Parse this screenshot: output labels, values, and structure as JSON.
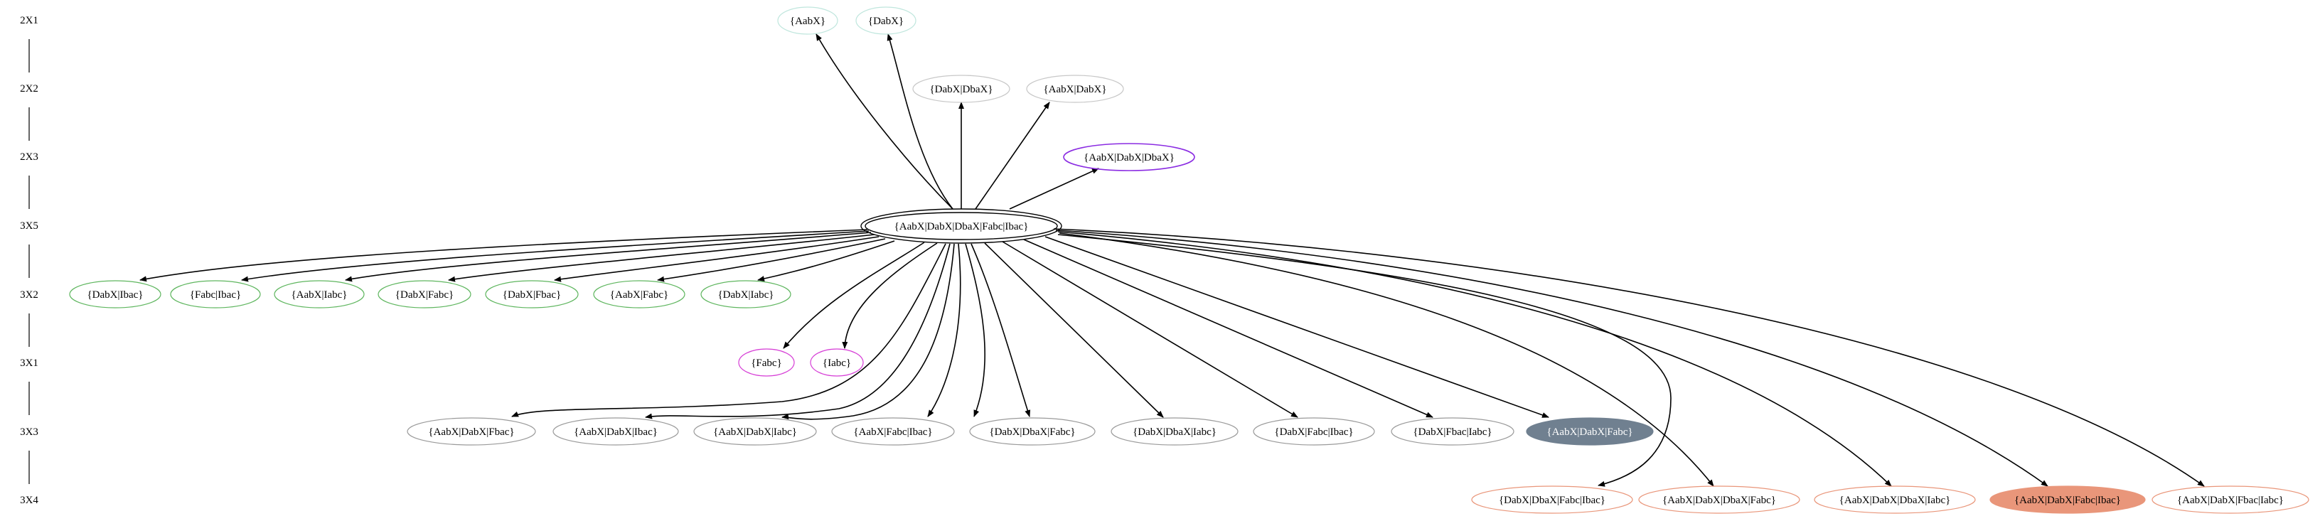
{
  "rank_labels": [
    "2X1",
    "2X2",
    "2X3",
    "3X5",
    "3X2",
    "3X1",
    "3X3",
    "3X4"
  ],
  "colors": {
    "edge": "#000000",
    "rank_line": "#000000",
    "node_text": "#000000",
    "node_text_on_dark": "#ffffff",
    "default_stroke": "#c8c8c8",
    "teal_stroke": "#bfe6dd",
    "purple_stroke": "#8a2be2",
    "green_stroke": "#5fb65f",
    "magenta_stroke": "#d63ed6",
    "gray_stroke": "#9a9a9a",
    "salmon_stroke": "#e9967a",
    "slate_fill": "#708090",
    "salmon_fill": "#e9967a"
  },
  "nodes": {
    "n_aabx": "{AabX}",
    "n_dabx": "{DabX}",
    "n_dabx_dbax": "{DabX|DbaX}",
    "n_aabx_dabx": "{AabX|DabX}",
    "n_aabx_dabx_dbax": "{AabX|DabX|DbaX}",
    "n_root": "{AabX|DabX|DbaX|Fabc|Ibac}",
    "n_dabx_ibac": "{DabX|Ibac}",
    "n_fabc_ibac": "{Fabc|Ibac}",
    "n_aabx_iabc": "{AabX|Iabc}",
    "n_dabx_fabc": "{DabX|Fabc}",
    "n_dabx_fbac": "{DabX|Fbac}",
    "n_aabx_fabc": "{AabX|Fabc}",
    "n_dabx_iabc": "{DabX|Iabc}",
    "n_fabc": "{Fabc}",
    "n_iabc": "{Iabc}",
    "n_aabx_dabx_fbac": "{AabX|DabX|Fbac}",
    "n_aabx_dabx_ibac": "{AabX|DabX|Ibac}",
    "n_aabx_dabx_iabc": "{AabX|DabX|Iabc}",
    "n_aabx_fabc_ibac": "{AabX|Fabc|Ibac}",
    "n_dabx_dbax_fabc": "{DabX|DbaX|Fabc}",
    "n_dabx_dbax_iabc": "{DabX|DbaX|Iabc}",
    "n_dabx_fabc_ibac": "{DabX|Fabc|Ibac}",
    "n_dabx_fbac_iabc": "{DabX|Fbac|Iabc}",
    "n_aabx_dabx_fabc": "{AabX|DabX|Fabc}",
    "n_dabx_dbax_fabc_ibac": "{DabX|DbaX|Fabc|Ibac}",
    "n_aabx_dabx_dbax_fabc": "{AabX|DabX|DbaX|Fabc}",
    "n_aabx_dabx_dbax_iabc": "{AabX|DabX|DbaX|Iabc}",
    "n_aabx_dabx_fabc_ibac": "{AabX|DabX|Fabc|Ibac}",
    "n_aabx_dabx_fbac_iabc": "{AabX|DabX|Fbac|Iabc}"
  }
}
